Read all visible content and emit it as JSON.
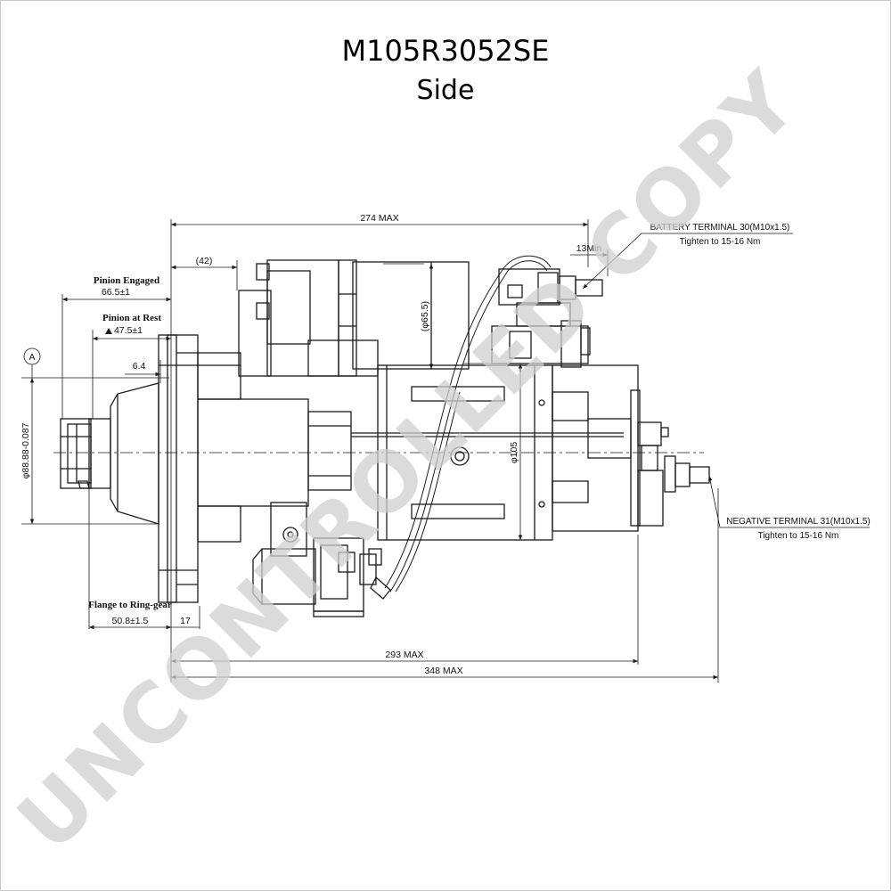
{
  "header": {
    "part_number": "M105R3052SE",
    "view": "Side"
  },
  "watermark": "UNCONTROLLED COPY",
  "datum": "A",
  "dimensions": {
    "overall_274": "274 MAX",
    "paren_42": "(42)",
    "min_13": "13Min",
    "dia_65": "(φ65.5)",
    "dia_105": "φ105",
    "pinion_dia": "φ88.88-0.087",
    "offset_6_4": "6.4",
    "pinion_engaged_value": "66.5±1",
    "pinion_rest_value": "47.5±1",
    "flange_value": "50.8±1.5",
    "flange_17": "17",
    "overall_293": "293 MAX",
    "overall_348": "348 MAX"
  },
  "labels": {
    "pinion_engaged": "Pinion Engaged",
    "pinion_rest": "Pinion at Rest",
    "flange_to_ring_gear": "Flange to Ring-gear"
  },
  "notes": {
    "battery_terminal": "BATTERY TERMINAL 30(M10x1.5)",
    "battery_torque": "Tighten to 15-16 Nm",
    "negative_terminal": "NEGATIVE TERMINAL 31(M10x1.5)",
    "negative_torque": "Tighten to 15-16 Nm"
  },
  "colors": {
    "line": "#1a1a1a",
    "watermark": "#cfcfcf"
  }
}
